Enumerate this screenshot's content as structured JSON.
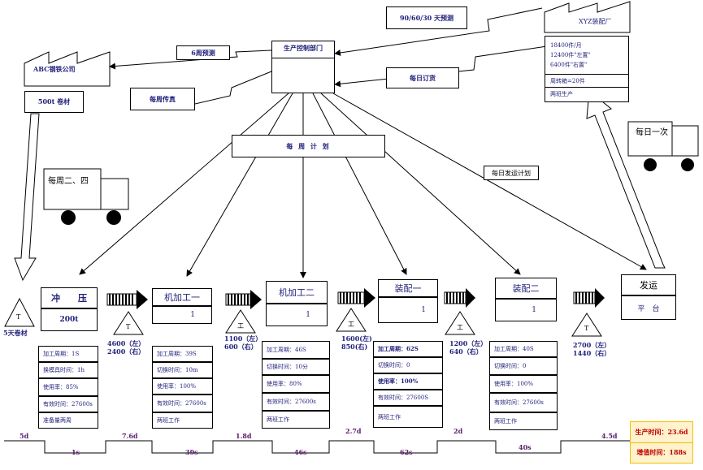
{
  "suppliers": {
    "supplier_name": "ABC钢铁公司",
    "supplier_info": "500t 卷材",
    "customer_name": "XYZ装配厂"
  },
  "control": {
    "title": "生产控制部门",
    "forecast_6w": "6周预测",
    "weekly_fax": "每周传真",
    "forecast_90": "90/60/30 天预测",
    "daily_order": "每日订货",
    "weekly_plan": "每 周 计 划",
    "daily_ship_plan": "每日发运计划"
  },
  "customer_info": {
    "line1": "18400件/月",
    "line2": "12400件\"左置\"",
    "line3": "6400件\"右置\"",
    "line4": "周转箱=20件",
    "line5": "两班生产"
  },
  "trucks": {
    "inbound": "每周二、四",
    "outbound": "每日一次"
  },
  "inventory": {
    "raw": "5天卷材",
    "i1": "4600（左）\n2400（右）",
    "i2": "1100（左）\n600（右）",
    "i3": "1600(左)\n850(右)",
    "i4": "1200（左）\n640（右）",
    "i5": "2700（左）\n1440（右）",
    "tri_label": "T",
    "tri_label_cn": "工"
  },
  "processes": [
    {
      "name": "冲　　压",
      "sub": "200t",
      "operators": "",
      "cells": [
        "加工周期：1S",
        "换模具时间：1h",
        "使用率：85%",
        "有效时间：27600s",
        "准备量两周"
      ]
    },
    {
      "name": "机加工一",
      "sub": "",
      "operators": "1",
      "cells": [
        "加工周期：39S",
        "切换时间：10m",
        "使用率：100%",
        "有效时间：27600s",
        "两班工作"
      ]
    },
    {
      "name": "机加工二",
      "sub": "",
      "operators": "1",
      "cells": [
        "加工周期：46S",
        "切换时间：10分",
        "使用率：80%",
        "有效时间：27600s",
        "两班工作"
      ]
    },
    {
      "name": "装配一",
      "sub": "",
      "operators": "1",
      "cells": [
        "加工周期：62S",
        "切换时间：0",
        "使用率：100%",
        "有效时间：27600S",
        "两班工作"
      ]
    },
    {
      "name": "装配二",
      "sub": "",
      "operators": "1",
      "cells": [
        "加工周期：40S",
        "切换时间：0",
        "使用率：100%",
        "有效时间：27600s",
        "两班工作"
      ]
    }
  ],
  "shipping": {
    "title": "发运",
    "sub": "平　台"
  },
  "timeline": {
    "days": [
      "5d",
      "7.6d",
      "1.8d",
      "2.7d",
      "2d",
      "4.5d"
    ],
    "seconds": [
      "1s",
      "39s",
      "46s",
      "62s",
      "40s"
    ],
    "lead_time": "生产时间：23.6d",
    "value_time": "增值时间：188s"
  },
  "colors": {
    "timeline_text": "#5a1a6a",
    "summary_bg": "#fff2cc",
    "summary_border": "#f0c000",
    "summary_text": "#c00000"
  }
}
